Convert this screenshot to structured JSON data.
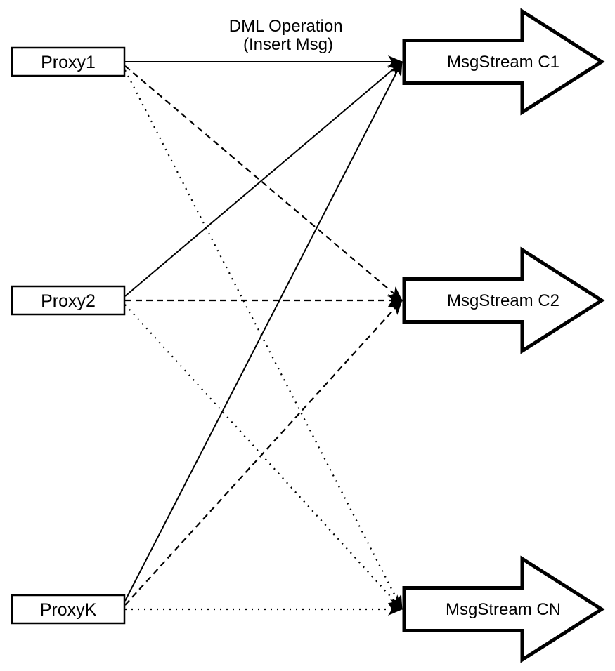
{
  "diagram": {
    "background_color": "#ffffff",
    "stroke_color": "#000000",
    "annotation": {
      "line1": "DML Operation",
      "line2": "(Insert Msg)"
    },
    "proxies": [
      {
        "id": "proxy1",
        "label": "Proxy1"
      },
      {
        "id": "proxy2",
        "label": "Proxy2"
      },
      {
        "id": "proxyk",
        "label": "ProxyK"
      }
    ],
    "streams": [
      {
        "id": "c1",
        "label": "MsgStream C1"
      },
      {
        "id": "c2",
        "label": "MsgStream C2"
      },
      {
        "id": "cn",
        "label": "MsgStream CN"
      }
    ],
    "edges": [
      {
        "from": "proxy1",
        "to": "c1",
        "style": "solid"
      },
      {
        "from": "proxy2",
        "to": "c1",
        "style": "solid"
      },
      {
        "from": "proxyk",
        "to": "c1",
        "style": "solid"
      },
      {
        "from": "proxy1",
        "to": "c2",
        "style": "dashed"
      },
      {
        "from": "proxy2",
        "to": "c2",
        "style": "dashed"
      },
      {
        "from": "proxyk",
        "to": "c2",
        "style": "dashed"
      },
      {
        "from": "proxy1",
        "to": "cn",
        "style": "dotted"
      },
      {
        "from": "proxy2",
        "to": "cn",
        "style": "dotted"
      },
      {
        "from": "proxyk",
        "to": "cn",
        "style": "dotted"
      }
    ]
  }
}
